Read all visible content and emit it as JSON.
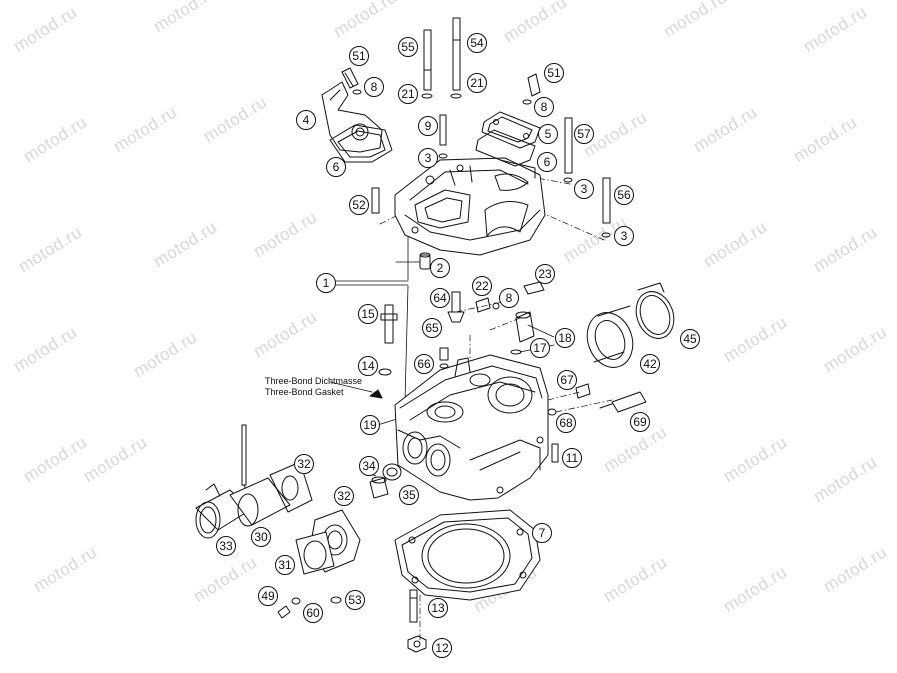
{
  "watermark": "motod.ru",
  "note": {
    "line1": "Three-Bond Dichtmasse",
    "line2": "Three-Bond Gasket"
  },
  "callouts": {
    "c1": "1",
    "c2": "2",
    "c3a": "3",
    "c3b": "3",
    "c3c": "3",
    "c4": "4",
    "c5": "5",
    "c6a": "6",
    "c6b": "6",
    "c7": "7",
    "c8a": "8",
    "c8b": "8",
    "c8c": "8",
    "c9": "9",
    "c11": "11",
    "c12": "12",
    "c13": "13",
    "c14": "14",
    "c15": "15",
    "c17": "17",
    "c18": "18",
    "c19": "19",
    "c21a": "21",
    "c21b": "21",
    "c22": "22",
    "c23": "23",
    "c30": "30",
    "c31": "31",
    "c32a": "32",
    "c32b": "32",
    "c33": "33",
    "c34": "34",
    "c35": "35",
    "c42": "42",
    "c45": "45",
    "c49": "49",
    "c51a": "51",
    "c51b": "51",
    "c52": "52",
    "c53": "53",
    "c54": "54",
    "c55": "55",
    "c56": "56",
    "c57": "57",
    "c60": "60",
    "c64": "64",
    "c65": "65",
    "c66": "66",
    "c67": "67",
    "c68": "68",
    "c69": "69"
  },
  "colors": {
    "line": "#111111",
    "watermark": "#d8d8d8"
  }
}
